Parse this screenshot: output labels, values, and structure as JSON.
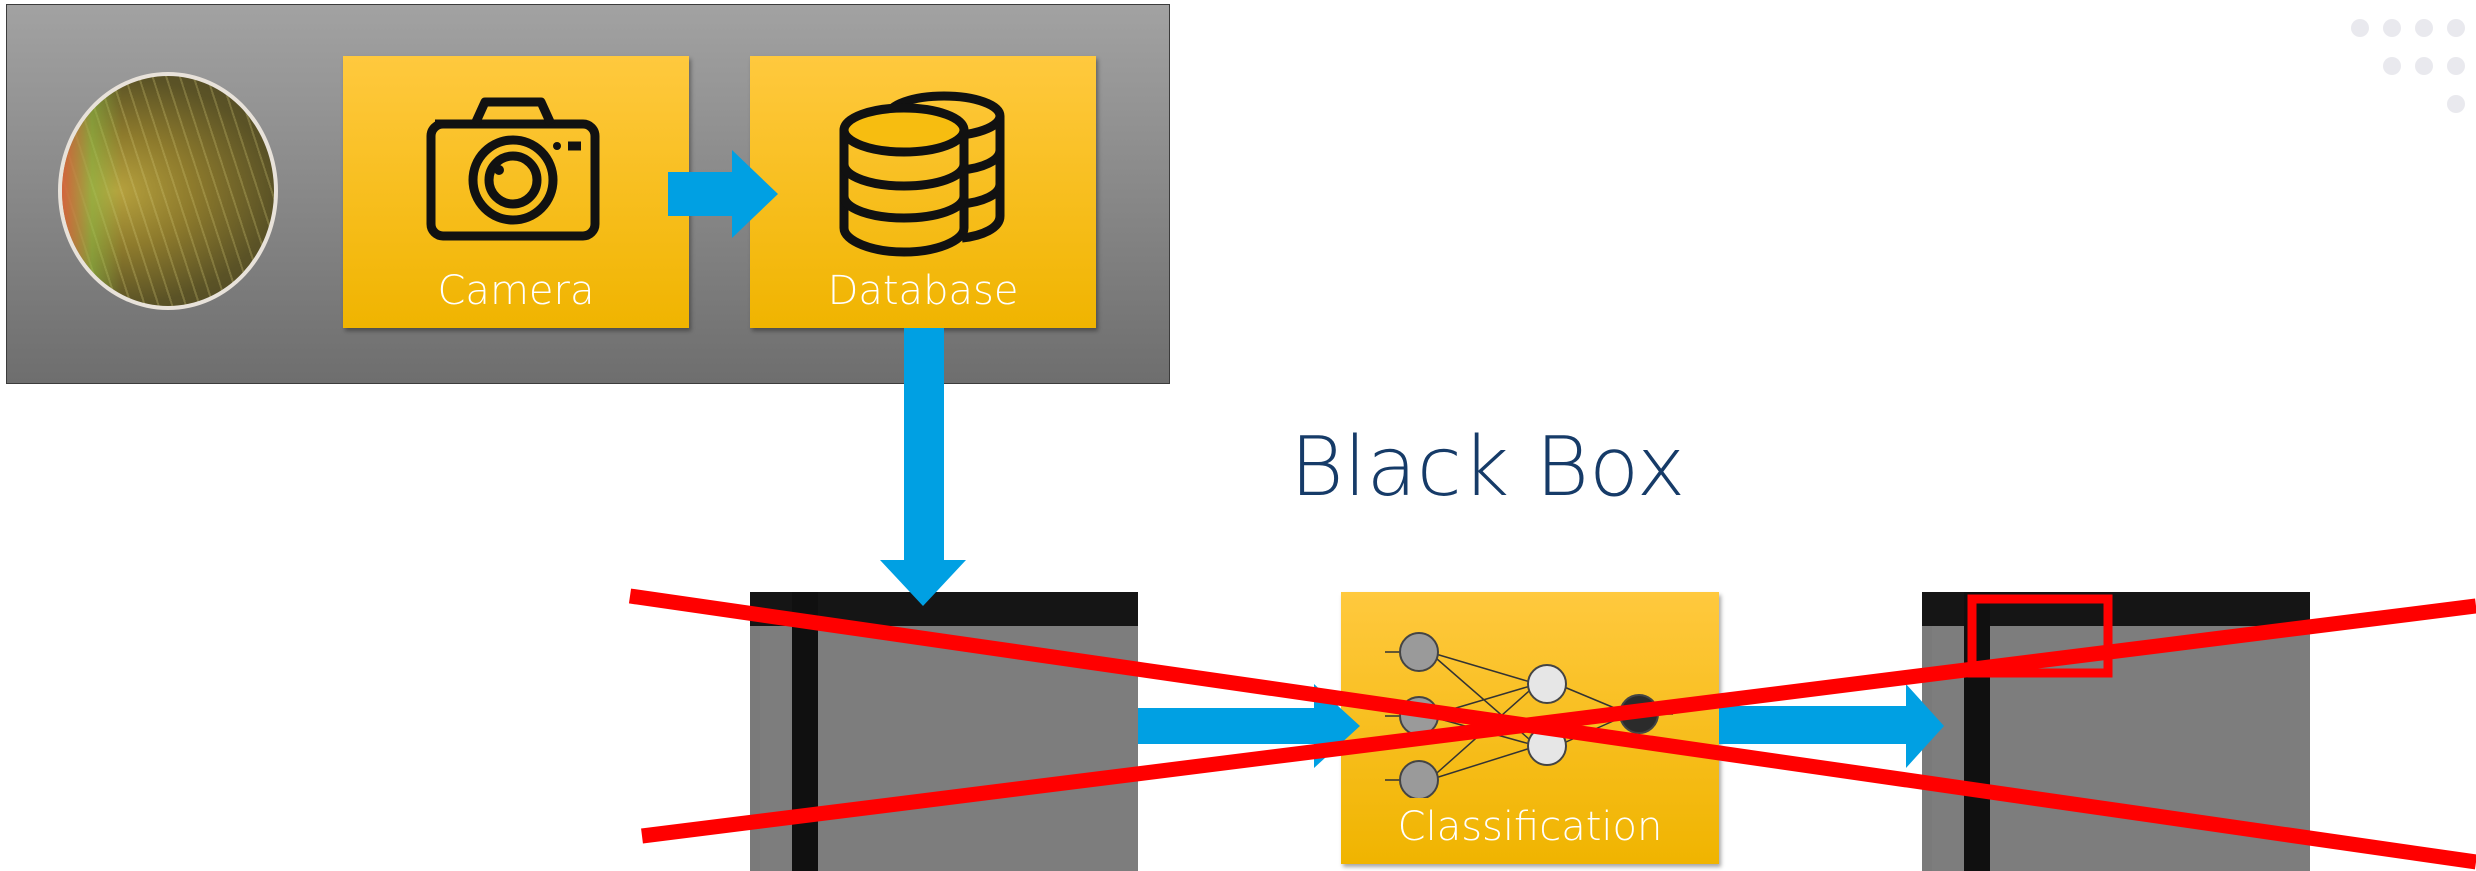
{
  "title": "Black Box",
  "nodes": {
    "camera": {
      "label": "Camera",
      "icon": "camera-icon"
    },
    "database": {
      "label": "Database",
      "icon": "database-icon"
    },
    "classification": {
      "label": "Classification",
      "icon": "neural-network-icon"
    }
  },
  "images": {
    "wafer": "wafer-image",
    "input_scan": "defect-scan-image",
    "output_scan": "annotated-defect-scan-image"
  },
  "colors": {
    "panel": "#8a8a8a",
    "box": "#ffc000",
    "arrow": "#00a0e3",
    "cross": "#ff0000",
    "highlight": "#ff0000",
    "title": "#163b68"
  }
}
